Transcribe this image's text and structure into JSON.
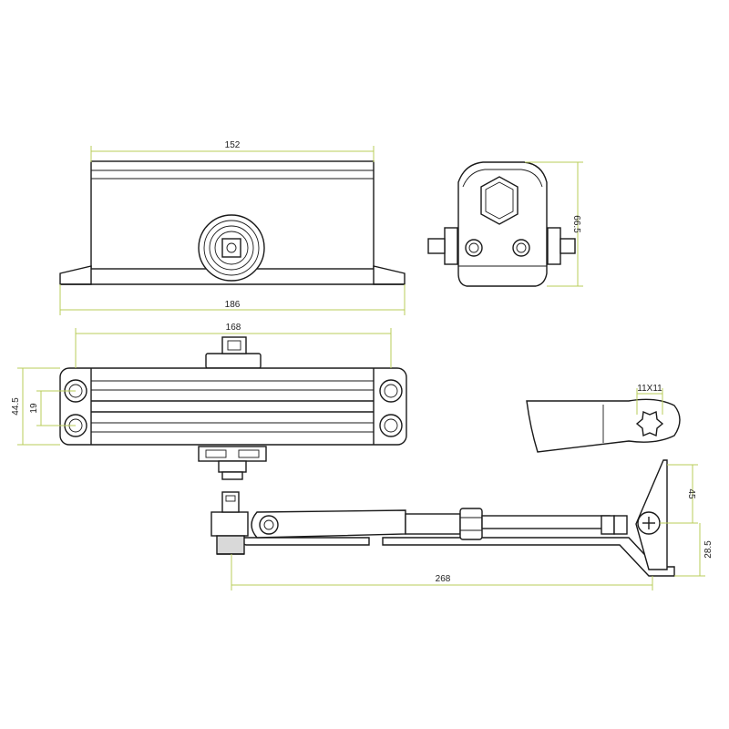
{
  "dimensions": {
    "top_width": "152",
    "base_width": "186",
    "side_height": "66.5",
    "body_length": "168",
    "mount_outer": "44.5",
    "mount_inner": "19",
    "spindle_size": "11X11",
    "bracket_height": "45",
    "bracket_offset": "28.5",
    "arm_length": "268"
  },
  "colors": {
    "dimension_line": "#b9cc5a",
    "outline": "#1a1a1a"
  }
}
